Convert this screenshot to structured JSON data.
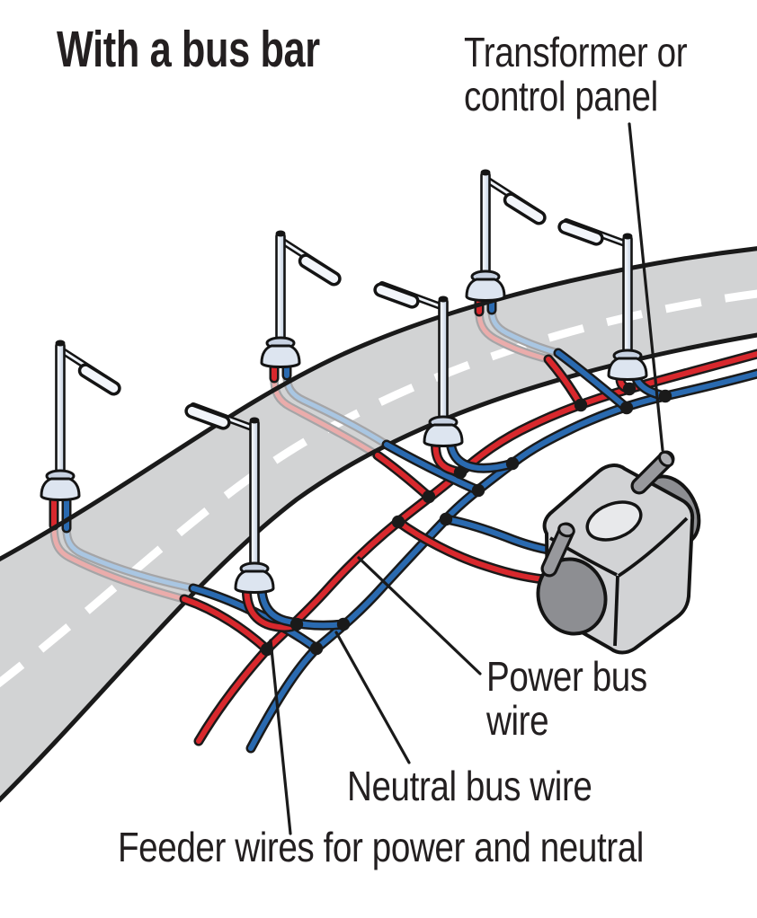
{
  "title": "With a bus bar",
  "labels": {
    "transformer": {
      "line1": "Transformer or",
      "line2": "control panel"
    },
    "power_bus": {
      "line1": "Power bus",
      "line2": "wire"
    },
    "neutral_bus": "Neutral bus wire",
    "feeder": "Feeder wires for power and neutral"
  },
  "colors": {
    "power_wire": "#d8282d",
    "neutral_wire": "#2a6ab0",
    "faded_power": "#eaacab",
    "faded_neutral": "#a9c6e2",
    "road": "#d2d3d4",
    "outline": "#1a1a1a",
    "text": "#231f20"
  },
  "diagram": {
    "type": "street-lighting-wiring-diagram",
    "scheme": "bus bar",
    "streetlight_count": 6,
    "junction_dot_count": 14,
    "power_bus_color_meaning": "red wire = power bus",
    "neutral_bus_color_meaning": "blue wire = neutral bus",
    "road_marking": "white dashed center line",
    "equipment": "transformer or control panel box at lower right"
  }
}
